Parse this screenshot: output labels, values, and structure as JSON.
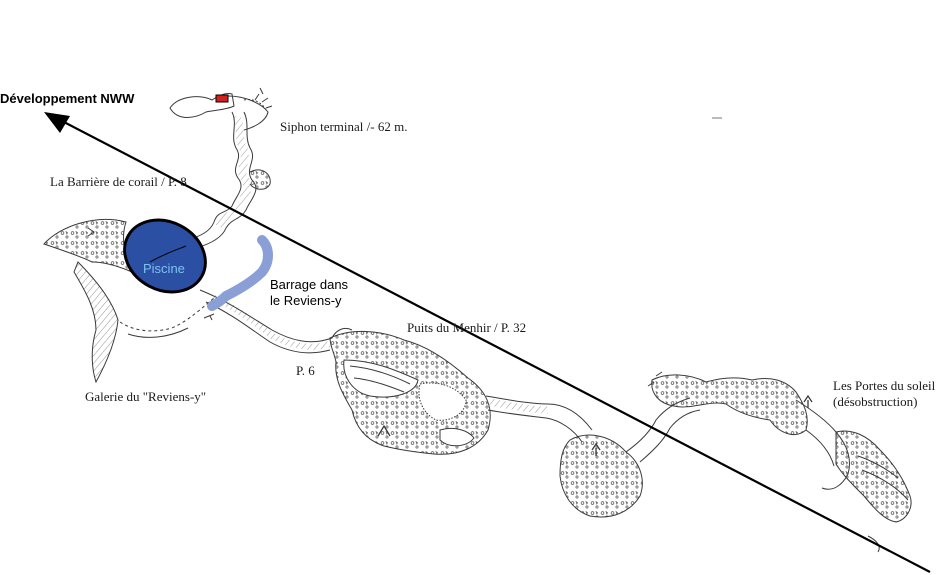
{
  "map": {
    "direction_label": "Développement NWW",
    "labels": {
      "siphon_terminal": "Siphon terminal /- 62 m.",
      "barriere_corail": "La Barrière de corail / P. 8",
      "piscine": "Piscine",
      "barrage_line1": "Barrage dans",
      "barrage_line2": "le Reviens-y",
      "puits_menhir": "Puits du Menhir / P. 32",
      "p6": "P. 6",
      "galerie_reviens": "Galerie du \"Reviens-y\"",
      "portes_soleil_line1": "Les Portes du soleil",
      "portes_soleil_line2": "(désobstruction)"
    },
    "colors": {
      "piscine_fill": "#2b4fa3",
      "piscine_text": "#7ec0f2",
      "barrage_fill": "#8a9fd6",
      "siphon_marker": "#d42020",
      "cave_outline": "#3a3a3a",
      "arrow": "#000000"
    }
  }
}
